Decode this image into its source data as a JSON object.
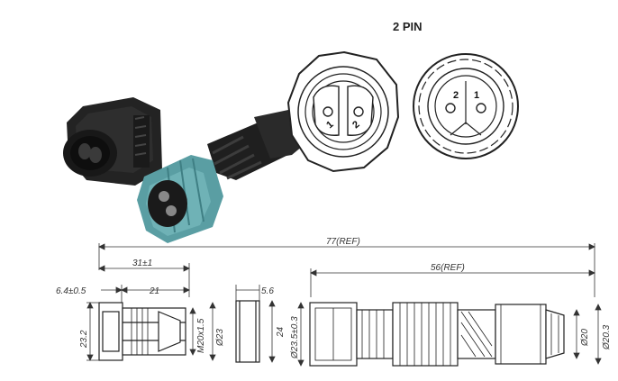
{
  "title": "2 PIN",
  "face_views": {
    "left_pin_labels": [
      "1",
      "2"
    ],
    "right_pin_labels": [
      "2",
      "1"
    ]
  },
  "dimensions": {
    "overall_length": "77(REF)",
    "plug_length": "56(REF)",
    "receptacle_depth": "31±1",
    "flange_thickness": "6.4±0.5",
    "body_length": "21",
    "receptacle_height": "23.2",
    "thread": "M20x1.5",
    "receptacle_dia": "Ø23",
    "nut_thickness": "5.6",
    "nut_height": "24",
    "plug_dia": "Ø23.5±0.3",
    "cable_nut_dia": "Ø20",
    "cable_end_dia": "Ø20.3"
  },
  "colors": {
    "plug_teal": "#5a9ea3",
    "body_black": "#1e1e1e",
    "line": "#333333"
  }
}
